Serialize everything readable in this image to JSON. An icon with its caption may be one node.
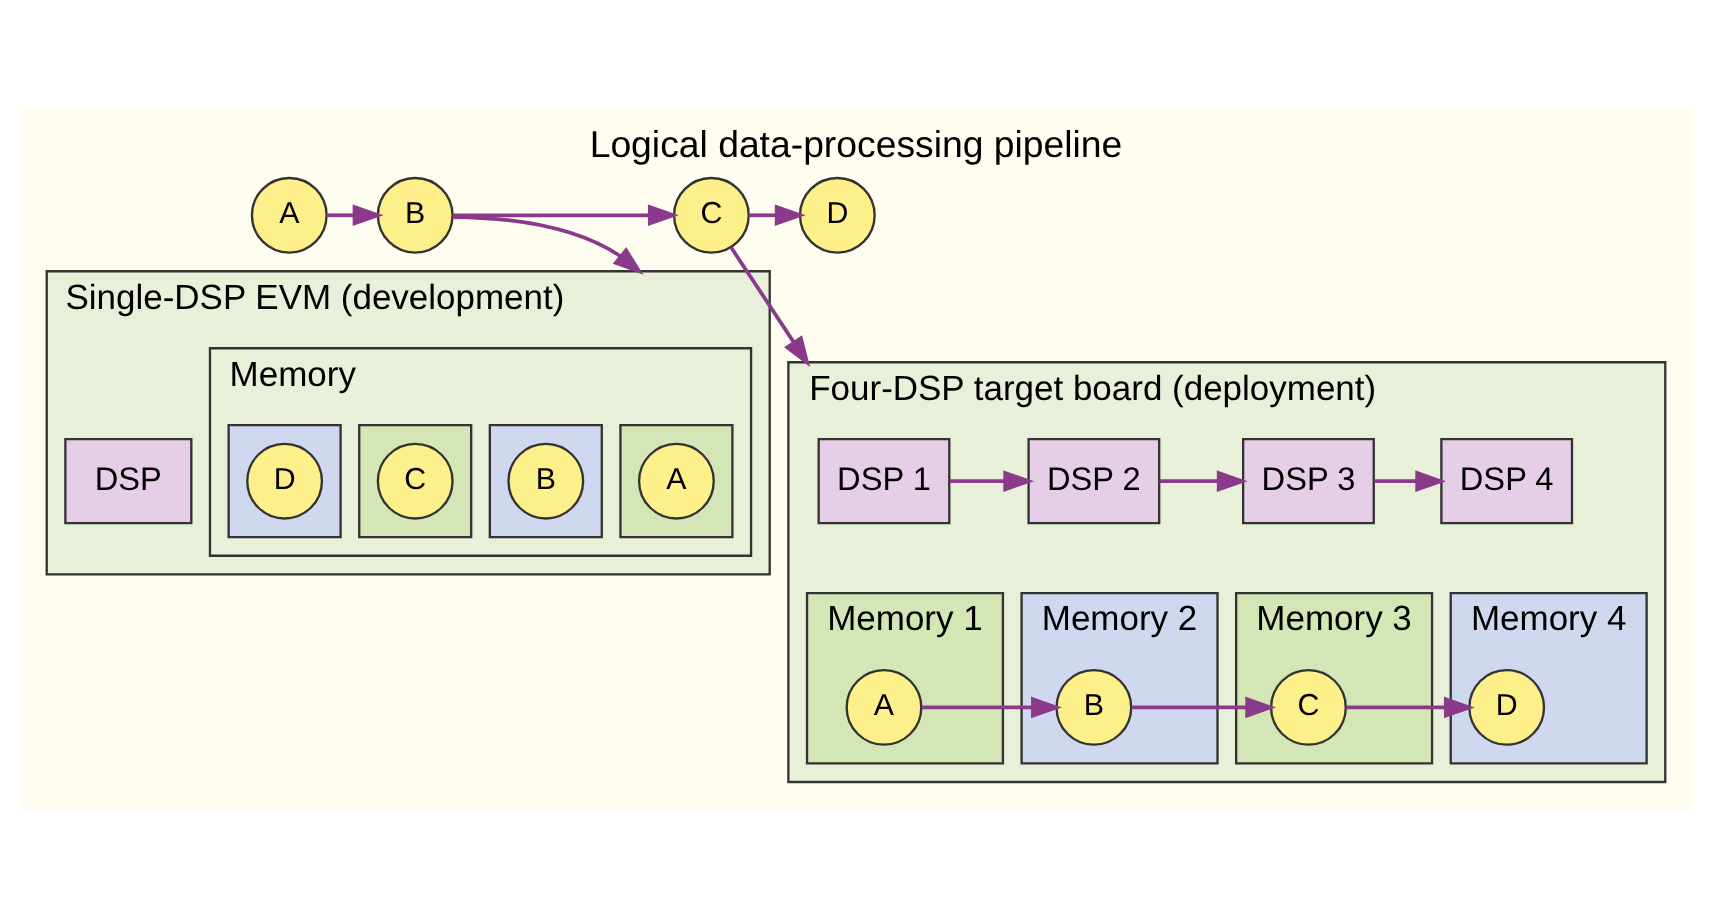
{
  "diagram": {
    "title": "Logical data-processing pipeline",
    "nodes": [
      {
        "text": [
          "A"
        ]
      },
      {
        "text": [
          "B"
        ]
      },
      {
        "text": [
          "C"
        ]
      },
      {
        "text": [
          "D"
        ]
      },
      {
        "text": [
          "Single-DSP EVM (development)"
        ]
      },
      {
        "text": [
          "Memory"
        ],
        "in": 4
      },
      {
        "text": [],
        "shape": "box",
        "in": 5
      },
      {
        "text": [
          "A"
        ],
        "in": 6
      },
      {
        "text": [],
        "shape": "box",
        "in": 5
      },
      {
        "text": [
          "B"
        ],
        "in": 8
      },
      {
        "text": [],
        "shape": "box",
        "in": 5
      },
      {
        "text": [
          "C"
        ],
        "in": 10
      },
      {
        "text": [],
        "shape": "box",
        "in": 5
      },
      {
        "text": [
          "D"
        ],
        "in": 12
      },
      {
        "text": [
          "DSP"
        ],
        "in": 4
      },
      {
        "text": [
          "Four-DSP target board (deployment)"
        ]
      },
      {
        "text": [
          "DSP 1"
        ],
        "in": 15
      },
      {
        "text": [
          "DSP 2"
        ],
        "in": 15
      },
      {
        "text": [
          "DSP 3"
        ],
        "in": 15
      },
      {
        "text": [
          "DSP 4"
        ],
        "in": 15
      },
      {
        "text": [
          "Memory 1"
        ],
        "in": 15
      },
      {
        "text": [
          "A"
        ],
        "in": 20
      },
      {
        "text": [
          "Memory 2"
        ],
        "in": 15
      },
      {
        "text": [
          "B"
        ],
        "in": 22
      },
      {
        "text": [
          "Memory 3"
        ],
        "in": 15
      },
      {
        "text": [
          "C"
        ],
        "in": 24
      },
      {
        "text": [
          "Memory 4"
        ],
        "in": 15
      },
      {
        "text": [
          "D"
        ],
        "in": 26
      }
    ],
    "edges": [
      {
        "from": 0,
        "to": 1,
        "arrow": "to"
      },
      {
        "from": 1,
        "to": 2,
        "arrow": "to"
      },
      {
        "from": 2,
        "to": 3,
        "arrow": "to"
      },
      {
        "from": 1,
        "to": 4,
        "arrow": "to"
      },
      {
        "from": 2,
        "to": 15,
        "arrow": "to"
      },
      {
        "from": 16,
        "to": 17,
        "arrow": "to"
      },
      {
        "from": 17,
        "to": 18,
        "arrow": "to"
      },
      {
        "from": 18,
        "to": 19,
        "arrow": "to"
      },
      {
        "from": 21,
        "to": 23,
        "arrow": "to"
      },
      {
        "from": 23,
        "to": 25,
        "arrow": "to"
      },
      {
        "from": 25,
        "to": 27,
        "arrow": "to"
      }
    ]
  }
}
